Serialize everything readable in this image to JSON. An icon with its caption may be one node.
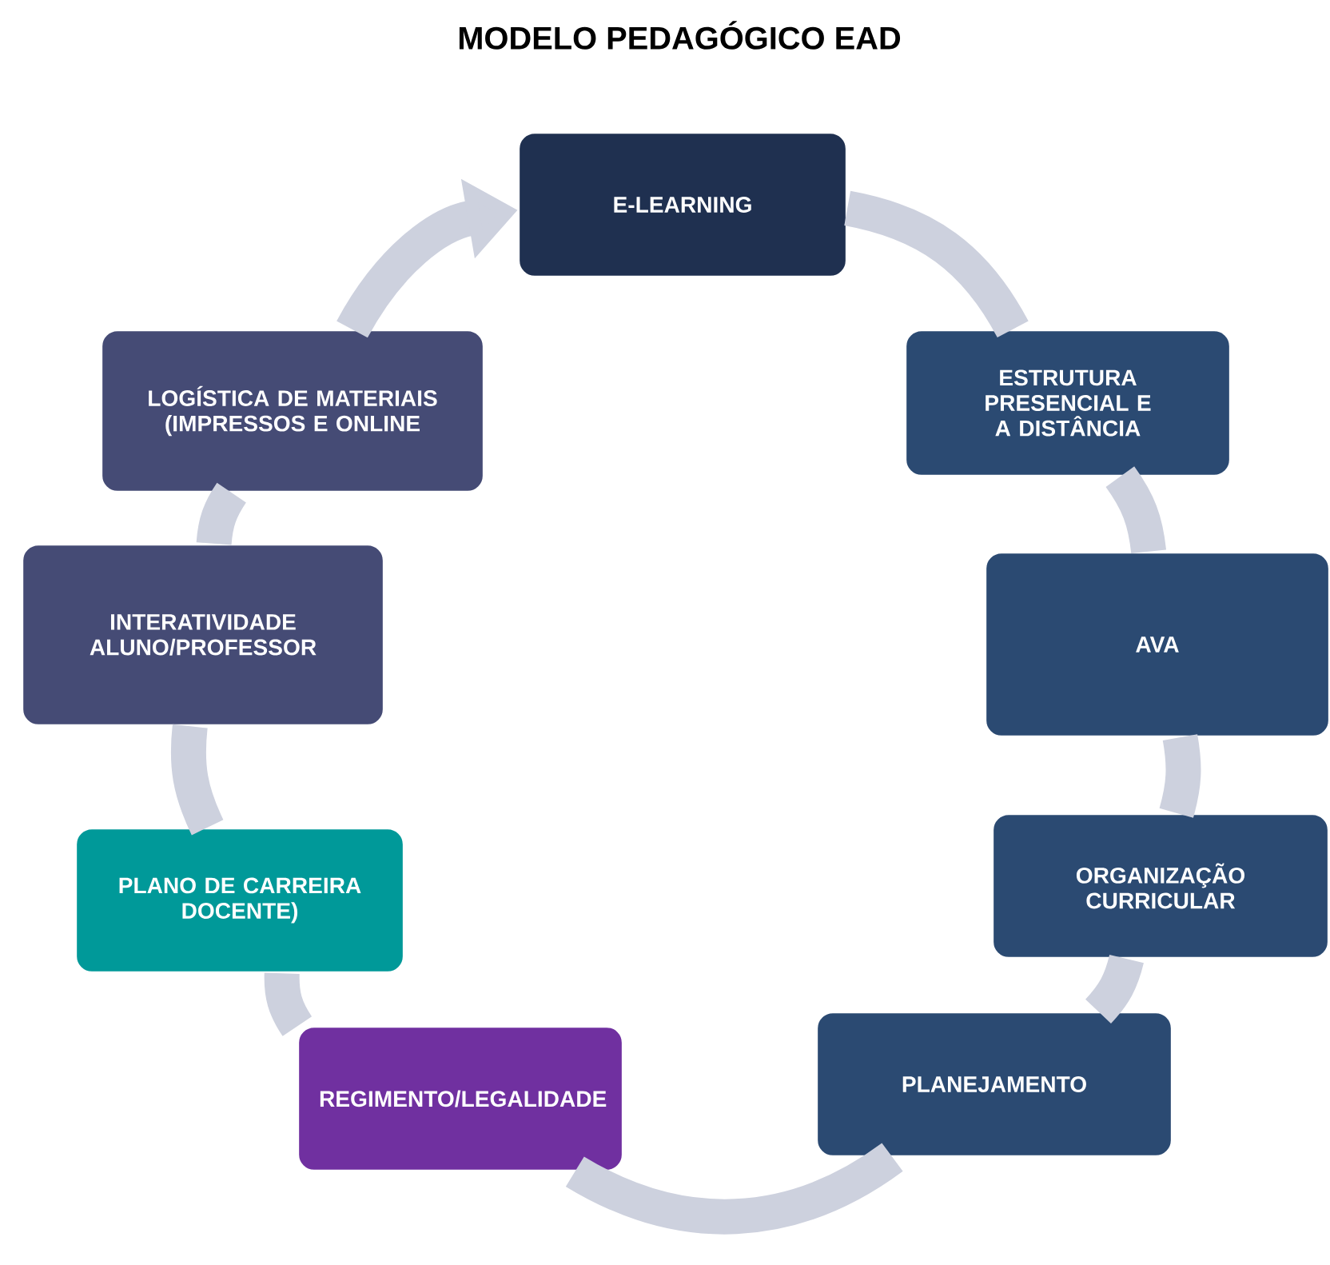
{
  "diagram": {
    "title": "MODELO PEDAGÓGICO EAD",
    "nodes": [
      {
        "text": [
          "E-LEARNING"
        ]
      },
      {
        "text": [
          "ESTRUTURA PRESENCIAL E A DISTÂNCIA"
        ]
      },
      {
        "text": [
          "AVA"
        ]
      },
      {
        "text": [
          "ORGANIZAÇÃO CURRICULAR"
        ]
      },
      {
        "text": [
          "PLANEJAMENTO"
        ]
      },
      {
        "text": [
          "REGIMENTO/LEGALIDADE"
        ]
      },
      {
        "text": [
          "PLANO DE CARREIRA DOCENTE)"
        ]
      },
      {
        "text": [
          "INTERATIVIDADE ALUNO/PROFESSOR"
        ]
      },
      {
        "text": [
          "LOGÍSTICA DE MATERIAIS (IMPRESSOS E ONLINE"
        ]
      }
    ],
    "edges": [
      {
        "from": 0,
        "to": 1,
        "arrow": "none"
      },
      {
        "from": 1,
        "to": 2,
        "arrow": "none"
      },
      {
        "from": 2,
        "to": 3,
        "arrow": "none"
      },
      {
        "from": 3,
        "to": 4,
        "arrow": "none"
      },
      {
        "from": 4,
        "to": 5,
        "arrow": "none"
      },
      {
        "from": 5,
        "to": 6,
        "arrow": "none"
      },
      {
        "from": 6,
        "to": 7,
        "arrow": "none"
      },
      {
        "from": 7,
        "to": 8,
        "arrow": "none"
      },
      {
        "from": 8,
        "to": 0,
        "arrow": "to"
      }
    ]
  }
}
